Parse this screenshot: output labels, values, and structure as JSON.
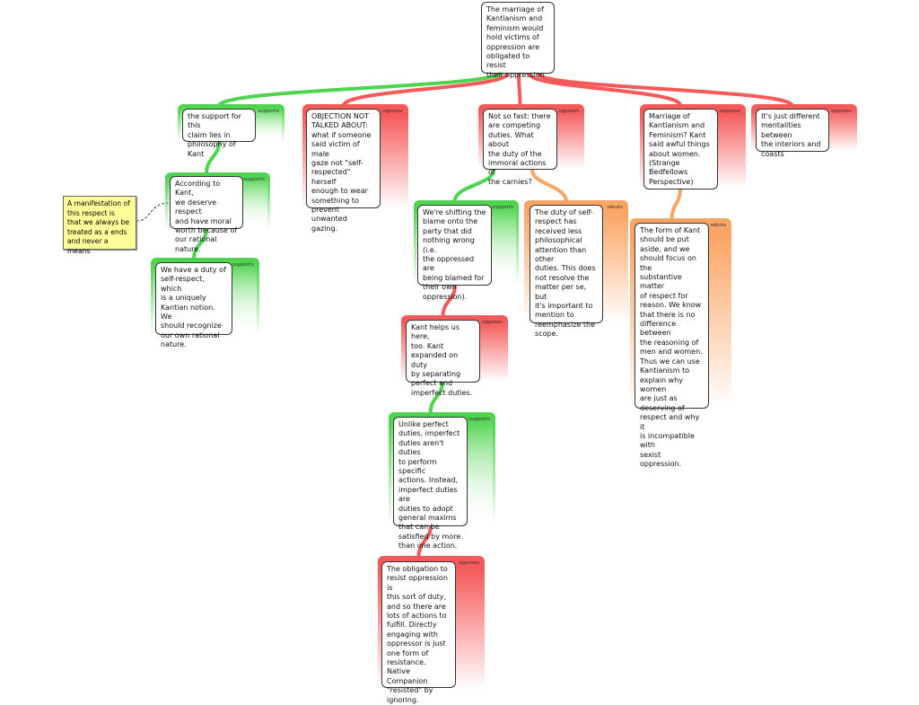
{
  "root": {
    "text": "The marriage of\nKantianism and\nfeminism would\nhold victims of\noppression are\nobligated to resist\ntheir oppression"
  },
  "relation_labels": {
    "supports": "supports",
    "opposes": "opposes",
    "rebuts": "rebuts"
  },
  "colors": {
    "supports": "#4fd44f",
    "opposes": "#f55a5a",
    "rebuts": "#fba565",
    "note": "#ffff99"
  },
  "nodes": [
    {
      "id": "n1",
      "relation": "supports",
      "text": "the support for this\nclaim lies in\nphilosophy of Kant"
    },
    {
      "id": "n2",
      "relation": "opposes",
      "text": "OBJECTION NOT\nTALKED ABOUT:\nwhat if someone\nsaid victim of male\ngaze not \"self-\nrespected\" herself\nenough to wear\nsomething to\nprevent unwanted\ngazing."
    },
    {
      "id": "n3",
      "relation": "opposes",
      "text": "Not so fast: there\nare competing\nduties.  What about\nthe duty of the\nimmoral actions of\nthe carnies?"
    },
    {
      "id": "n4",
      "relation": "opposes",
      "text": "Marriage of\nKantianism and\nFeminism?  Kant\nsaid awful things\nabout women.\n(Strange\nBedfellows\nPerspective)"
    },
    {
      "id": "n5",
      "relation": "opposes",
      "text": "It's just different\nmentalities between\nthe interiors and\ncoasts"
    },
    {
      "id": "n6",
      "relation": "supports",
      "text": "According to Kant,\nwe deserve respect\nand have moral\nworth because of\nour rational nature."
    },
    {
      "id": "n7",
      "relation": "supports",
      "text": "We have a duty of\nself-respect, which\nis a uniquely\nKantian notion.  We\nshould recognize\nour own rational\nnature."
    },
    {
      "id": "n9",
      "relation": "supports",
      "text": "We're shifting the\nblame onto the\nparty that did\nnothing wrong (i.e.\nthe oppressed are\nbeing blamed for\ntheir own\noppression)."
    },
    {
      "id": "n10",
      "relation": "rebuts",
      "text": "The duty of self-\nrespect has\nreceived less\nphilosophical\nattention than other\nduties. This does\nnot resolve the\nmatter per se, but\nit's important to\nmention to\nreemphasize the\nscope."
    },
    {
      "id": "n11",
      "relation": "opposes",
      "text": "Kant helps us here,\ntoo.  Kant\nexpanded on duty\nby separating\nperfect and\nimperfect duties."
    },
    {
      "id": "n12",
      "relation": "supports",
      "text": "Unlike perfect\nduties, imperfect\nduties aren't duties\nto perform specific\nactions.  Instead,\nimperfect duties are\nduties to adopt\ngeneral maxims\nthat can be\nsatisfied by more\nthan one action."
    },
    {
      "id": "n13",
      "relation": "opposes",
      "text": "The obligation to\nresist oppression is\nthis sort of duty,\nand so there are\nlots of actions to\nfulfill.  Directly\nengaging with\noppressor is just\none form of\nresistance. Native\nCompanion\n\"resisted\" by\nignoring."
    },
    {
      "id": "n14",
      "relation": "rebuts",
      "text": "The form of Kant\nshould be put\naside, and we\nshould focus on the\nsubstantive matter\nof respect for\nreason.  We know\nthat there is no\ndifference between\nthe reasoning of\nmen and women.\nThus we can use\nKantianism to\nexplain why women\nare just as\ndeserving of\nrespect and why it\nis incompatible with\nsexist oppression."
    }
  ],
  "note": {
    "text": "A manifestation of\nthis respect is\nthat we always be\ntreated as a ends\nand never a means"
  }
}
